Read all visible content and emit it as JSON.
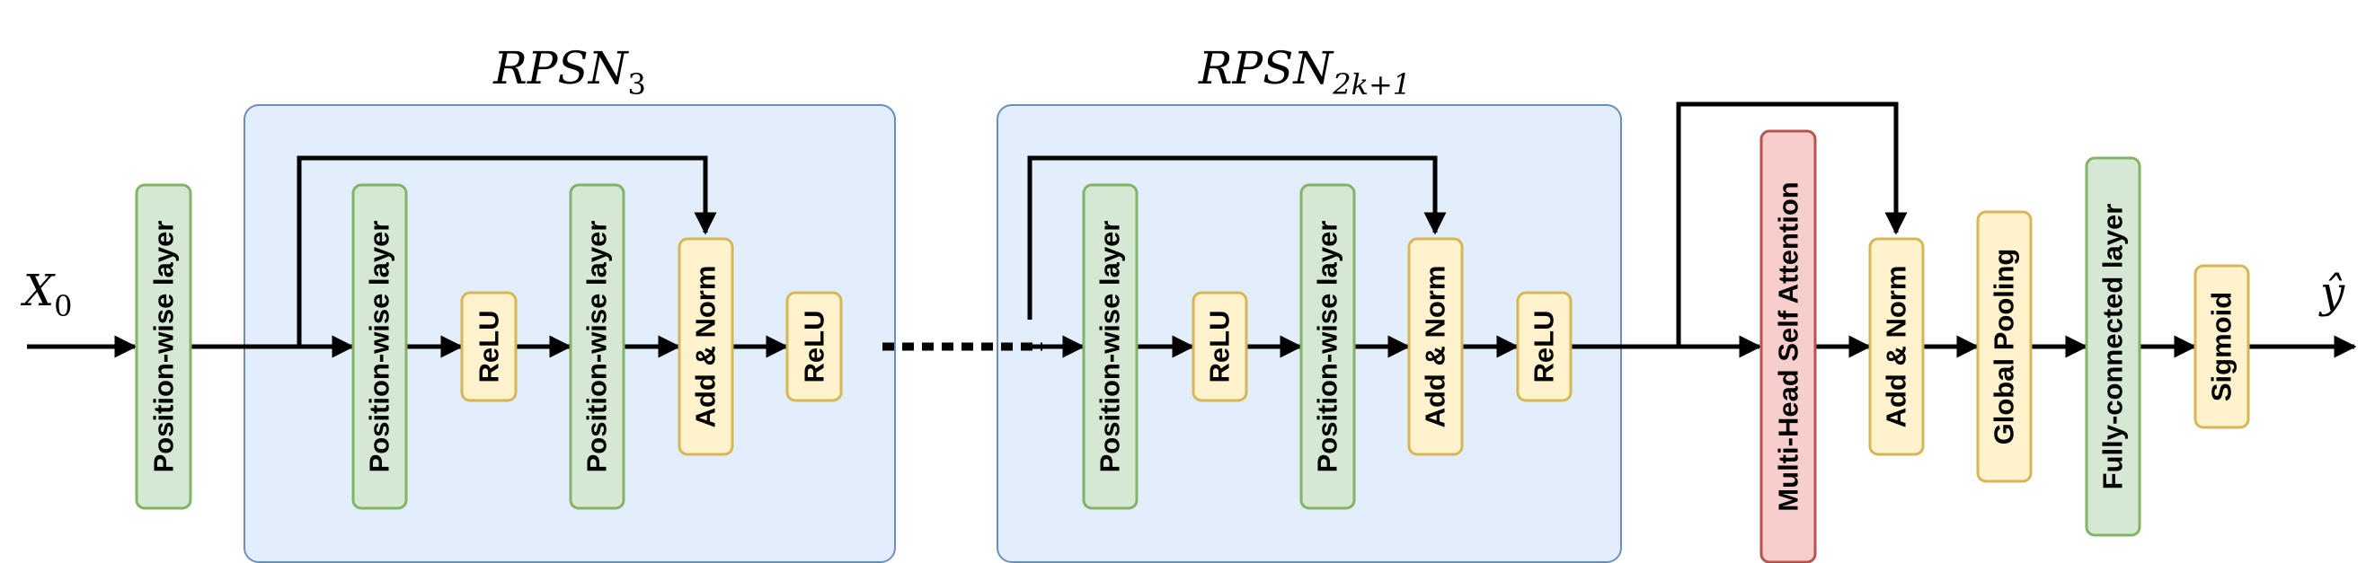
{
  "input": {
    "symbol": "X",
    "subscript": "0"
  },
  "output": {
    "symbol": "ŷ"
  },
  "groups": {
    "first": {
      "name": "RPSN",
      "subscript": "3"
    },
    "second": {
      "name": "RPSN",
      "subscript": "2k+1"
    }
  },
  "blocks": {
    "pos_in": "Position-wise layer",
    "g1_pos1": "Position-wise layer",
    "g1_relu1": "ReLU",
    "g1_pos2": "Position-wise layer",
    "g1_addnorm": "Add & Norm",
    "g1_relu2": "ReLU",
    "g2_pos1": "Position-wise layer",
    "g2_relu1": "ReLU",
    "g2_pos2": "Position-wise layer",
    "g2_addnorm": "Add & Norm",
    "g2_relu2": "ReLU",
    "mhsa": "Multi-Head Self Attention",
    "addnorm": "Add & Norm",
    "pooling": "Global Pooling",
    "fc": "Fully-connected layer",
    "sigmoid": "Sigmoid"
  },
  "colors": {
    "green_fill": "#d5e8d4",
    "green_stroke": "#82b366",
    "yellow_fill": "#fff2cc",
    "yellow_stroke": "#d6b656",
    "red_fill": "#f8cecc",
    "red_stroke": "#b85450",
    "group_fill": "#dae8fc",
    "group_stroke": "#6c8ebf"
  }
}
